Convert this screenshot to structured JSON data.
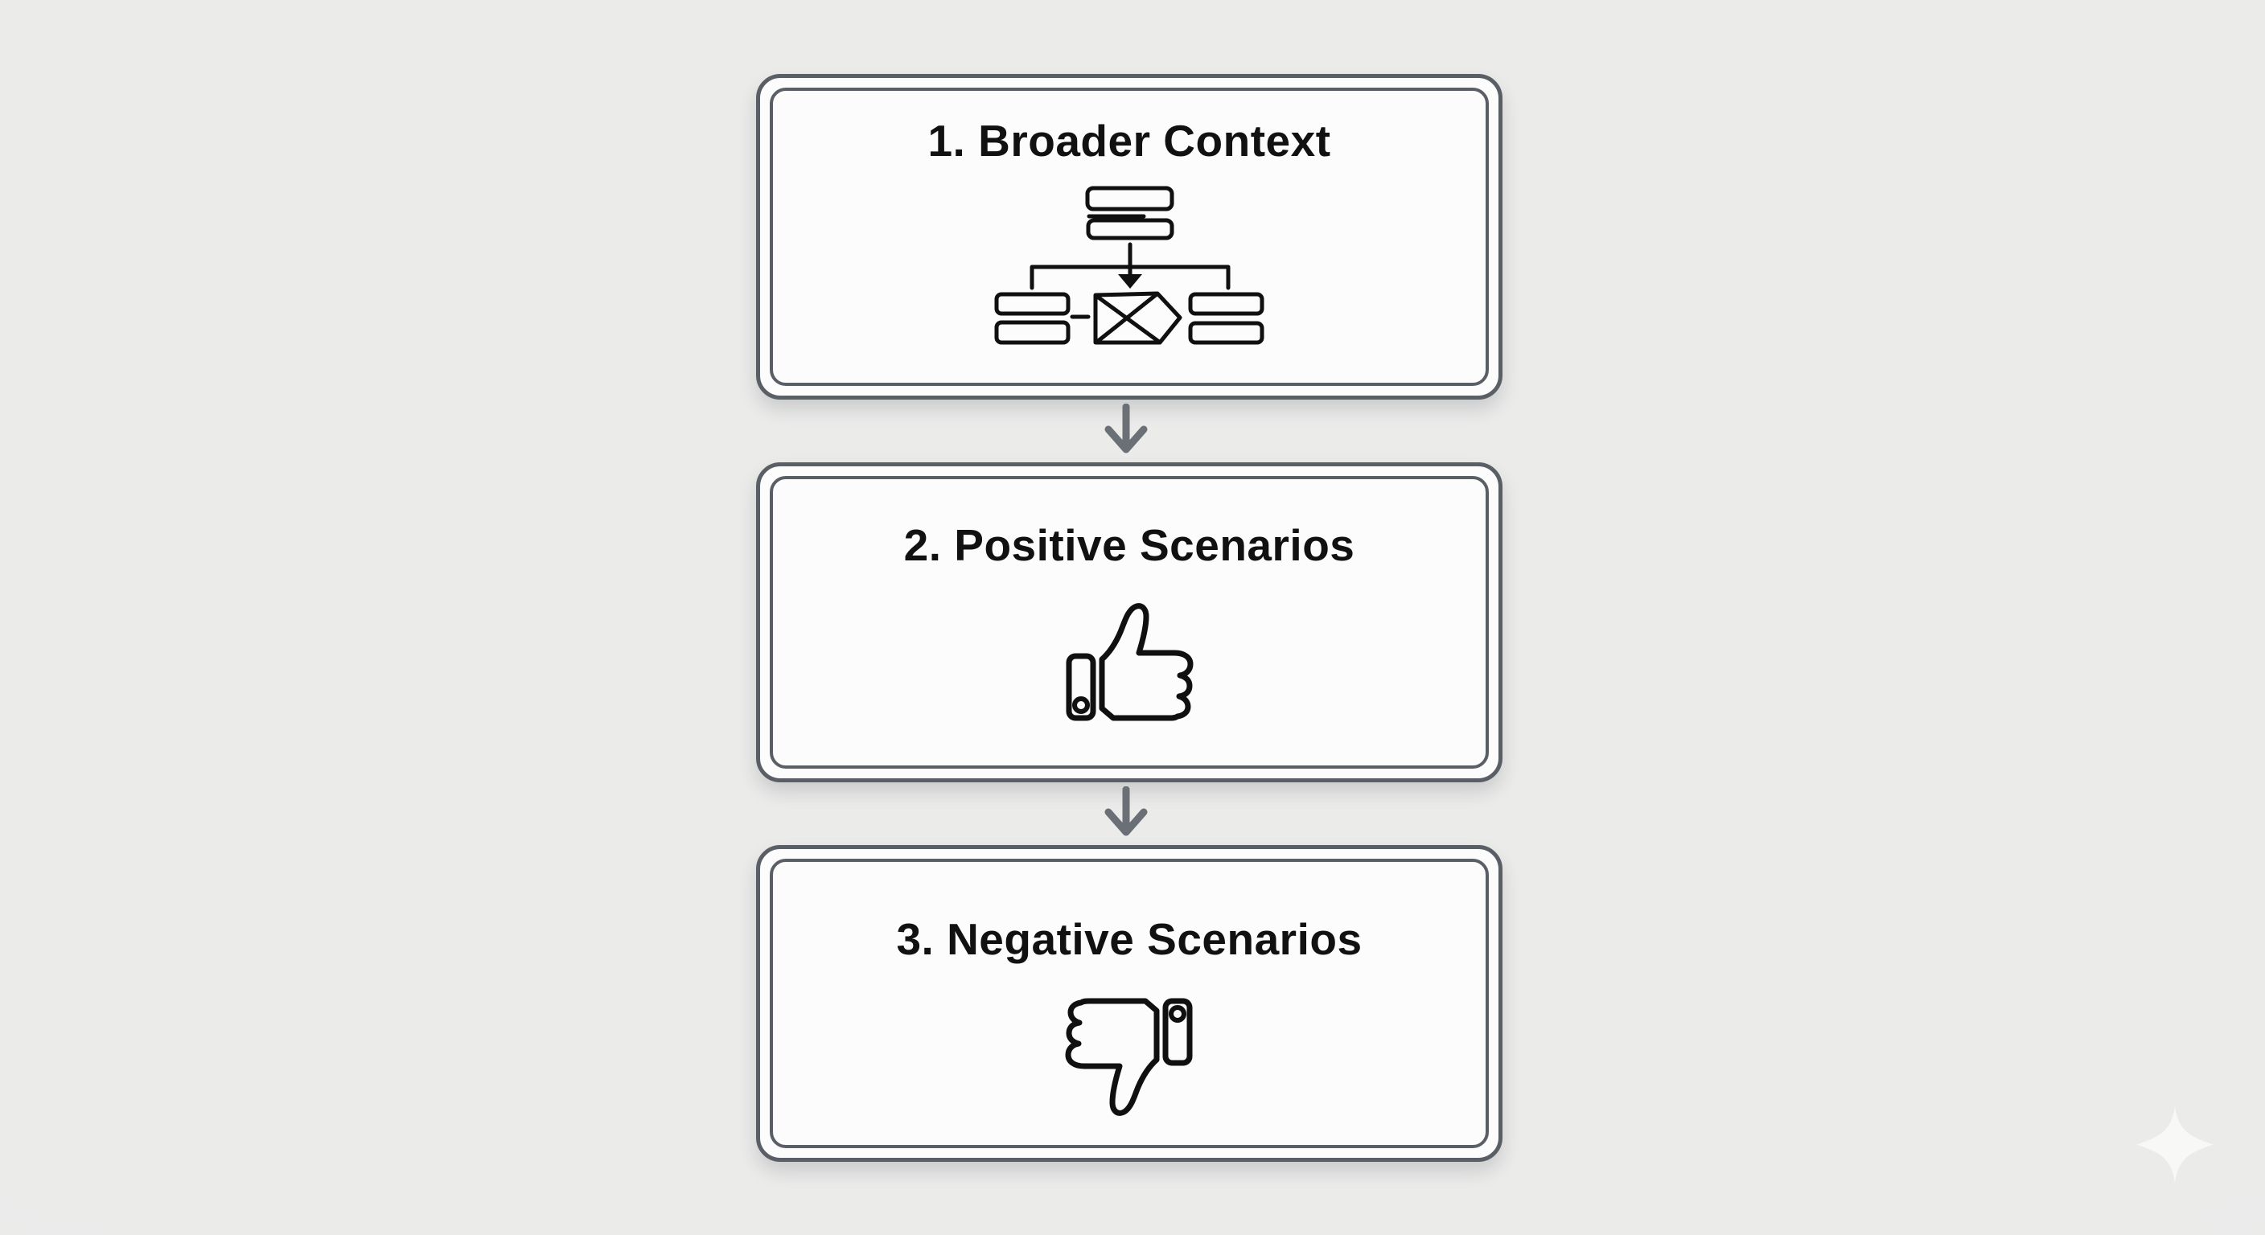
{
  "flow": {
    "steps": [
      {
        "label": "1. Broader Context",
        "icon": "org-chart-icon"
      },
      {
        "label": "2. Positive Scenarios",
        "icon": "thumbs-up-icon"
      },
      {
        "label": "3. Negative Scenarios",
        "icon": "thumbs-down-icon"
      }
    ],
    "connector_icon": "arrow-down-icon",
    "decoration_icon": "sparkle-icon",
    "colors": {
      "background": "#e9eae8",
      "box_fill": "#fcfcfd",
      "box_border": "#5a5f66",
      "title_color": "#111111",
      "icon_stroke": "#101010",
      "arrow": "#6b7077",
      "sparkle": "#f8f8f7"
    }
  }
}
